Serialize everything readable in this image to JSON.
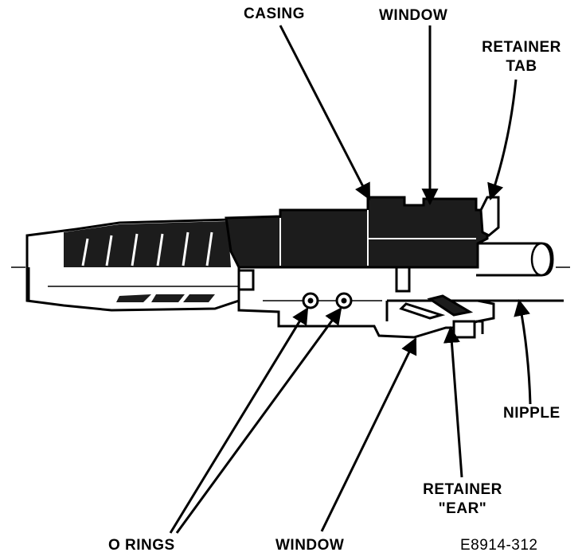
{
  "labels": {
    "casing": "CASING",
    "window_top": "WINDOW",
    "retainer_tab_line1": "RETAINER",
    "retainer_tab_line2": "TAB",
    "nipple": "NIPPLE",
    "retainer_ear_line1": "RETAINER",
    "retainer_ear_line2": "\"EAR\"",
    "o_rings": "O RINGS",
    "window_bottom": "WINDOW",
    "figure_code": "E8914-312"
  },
  "colors": {
    "ink": "#000000",
    "paper": "#ffffff",
    "shade": "#222222"
  }
}
